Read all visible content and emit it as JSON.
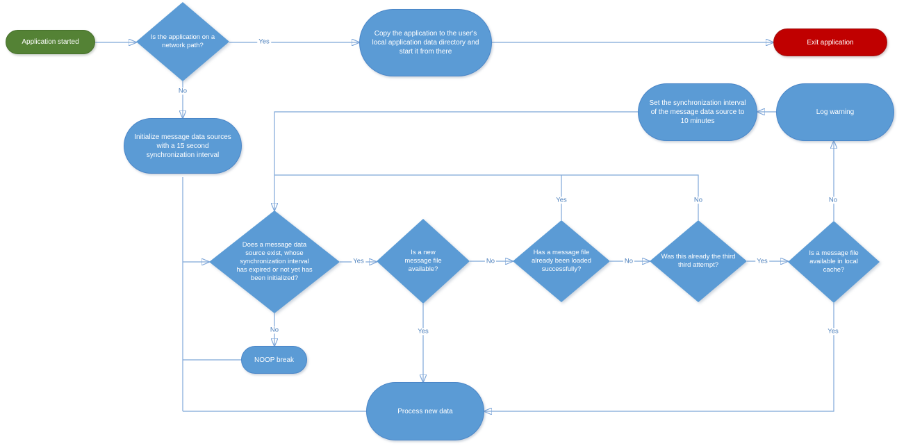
{
  "colors": {
    "node_blue": "#5B9BD5",
    "node_green": "#548235",
    "node_red": "#C00000",
    "connector": "#7EA6D8",
    "arrowhead": "#4A86C8",
    "label_text": "#4A7EBB",
    "node_text": "#FFFFFF"
  },
  "nodes": {
    "app_started": {
      "type": "terminator",
      "label": "Application started"
    },
    "network_path": {
      "type": "decision",
      "label": "Is the application on a network path?"
    },
    "copy_app": {
      "type": "process",
      "label": "Copy the application to the user's local application data directory and start it from there"
    },
    "exit_app": {
      "type": "terminator",
      "label": "Exit application"
    },
    "init_sources": {
      "type": "process",
      "label": "Initialize message data sources with a 15 second synchronization interval"
    },
    "set_interval": {
      "type": "process",
      "label": "Set the synchronization interval of the message data source to 10 minutes"
    },
    "log_warning": {
      "type": "process",
      "label": "Log warning"
    },
    "source_exists": {
      "type": "decision",
      "label": "Does a message data source exist, whose synchronization interval has expired or not yet has been initialized?"
    },
    "new_file": {
      "type": "decision",
      "label": "Is a new message file available?"
    },
    "already_loaded": {
      "type": "decision",
      "label": "Has a message file already been loaded successfully?"
    },
    "third_attempt": {
      "type": "decision",
      "label": "Was this already the third third attempt?"
    },
    "local_cache": {
      "type": "decision",
      "label": "Is a message file available in local cache?"
    },
    "noop_break": {
      "type": "process",
      "label": "NOOP break"
    },
    "process_data": {
      "type": "process",
      "label": "Process new data"
    }
  },
  "edge_labels": {
    "network_yes": "Yes",
    "network_no": "No",
    "source_exists_yes": "Yes",
    "source_exists_no": "No",
    "new_file_no": "No",
    "new_file_yes": "Yes",
    "already_loaded_no": "No",
    "already_loaded_yes": "Yes",
    "third_attempt_yes": "Yes",
    "third_attempt_no": "No",
    "local_cache_no": "No",
    "local_cache_yes": "Yes"
  }
}
